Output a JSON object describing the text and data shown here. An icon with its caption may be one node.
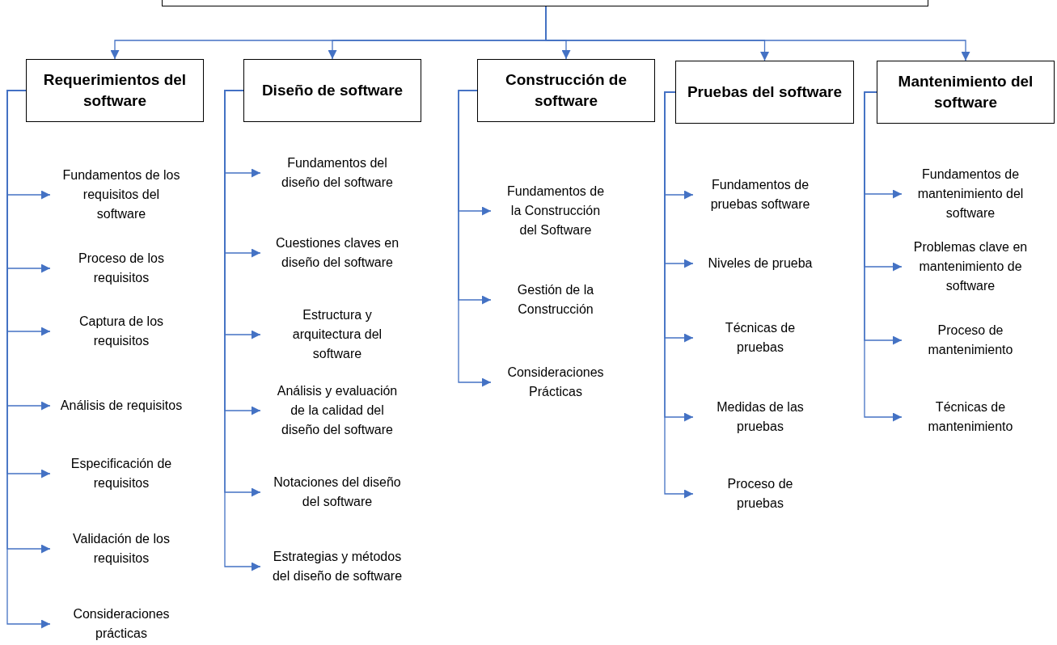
{
  "diagram": {
    "nodes": [
      {
        "text": [],
        "shape": "box"
      },
      {
        "text": [
          "Requerimientos del software"
        ]
      },
      {
        "text": [
          "Fundamentos de los requisitos del software"
        ]
      },
      {
        "text": [
          "Proceso de los requisitos"
        ]
      },
      {
        "text": [
          "Captura de los requisitos"
        ]
      },
      {
        "text": [
          "Análisis de requisitos"
        ]
      },
      {
        "text": [
          "Especificación de requisitos"
        ]
      },
      {
        "text": [
          "Validación de los requisitos"
        ]
      },
      {
        "text": [
          "Consideraciones prácticas"
        ]
      },
      {
        "text": [
          "Diseño de software"
        ]
      },
      {
        "text": [
          "Fundamentos del diseño del software"
        ]
      },
      {
        "text": [
          "Cuestiones claves en diseño del software"
        ]
      },
      {
        "text": [
          "Estructura y arquitectura del software"
        ]
      },
      {
        "text": [
          "Análisis y evaluación de la calidad del diseño del software"
        ]
      },
      {
        "text": [
          "Notaciones del diseño del software"
        ]
      },
      {
        "text": [
          "Estrategias y métodos del diseño de software"
        ]
      },
      {
        "text": [
          "Construcción de software"
        ]
      },
      {
        "text": [
          "Fundamentos de la Construcción del Software"
        ]
      },
      {
        "text": [
          "Gestión de la Construcción"
        ]
      },
      {
        "text": [
          "Consideraciones Prácticas"
        ]
      },
      {
        "text": [
          "Pruebas del software"
        ]
      },
      {
        "text": [
          "Fundamentos de pruebas software"
        ]
      },
      {
        "text": [
          "Niveles de prueba"
        ]
      },
      {
        "text": [
          "Técnicas de pruebas"
        ]
      },
      {
        "text": [
          "Medidas de las pruebas"
        ]
      },
      {
        "text": [
          "Proceso de pruebas"
        ]
      },
      {
        "text": [
          "Mantenimiento del software"
        ]
      },
      {
        "text": [
          "Fundamentos de mantenimiento del software"
        ]
      },
      {
        "text": [
          "Problemas clave en mantenimiento de software"
        ]
      },
      {
        "text": [
          "Proceso de mantenimiento"
        ]
      },
      {
        "text": [
          "Técnicas de mantenimiento"
        ]
      }
    ],
    "edges": [
      {
        "from": 0,
        "to": 1,
        "arrow": "to"
      },
      {
        "from": 0,
        "to": 9,
        "arrow": "to"
      },
      {
        "from": 0,
        "to": 16,
        "arrow": "to"
      },
      {
        "from": 0,
        "to": 20,
        "arrow": "to"
      },
      {
        "from": 0,
        "to": 26,
        "arrow": "to"
      },
      {
        "from": 1,
        "to": 2,
        "arrow": "to"
      },
      {
        "from": 1,
        "to": 3,
        "arrow": "to"
      },
      {
        "from": 1,
        "to": 4,
        "arrow": "to"
      },
      {
        "from": 1,
        "to": 5,
        "arrow": "to"
      },
      {
        "from": 1,
        "to": 6,
        "arrow": "to"
      },
      {
        "from": 1,
        "to": 7,
        "arrow": "to"
      },
      {
        "from": 1,
        "to": 8,
        "arrow": "to"
      },
      {
        "from": 9,
        "to": 10,
        "arrow": "to"
      },
      {
        "from": 9,
        "to": 11,
        "arrow": "to"
      },
      {
        "from": 9,
        "to": 12,
        "arrow": "to"
      },
      {
        "from": 9,
        "to": 13,
        "arrow": "to"
      },
      {
        "from": 9,
        "to": 14,
        "arrow": "to"
      },
      {
        "from": 9,
        "to": 15,
        "arrow": "to"
      },
      {
        "from": 16,
        "to": 17,
        "arrow": "to"
      },
      {
        "from": 16,
        "to": 18,
        "arrow": "to"
      },
      {
        "from": 16,
        "to": 19,
        "arrow": "to"
      },
      {
        "from": 20,
        "to": 21,
        "arrow": "to"
      },
      {
        "from": 20,
        "to": 22,
        "arrow": "to"
      },
      {
        "from": 20,
        "to": 23,
        "arrow": "to"
      },
      {
        "from": 20,
        "to": 24,
        "arrow": "to"
      },
      {
        "from": 20,
        "to": 25,
        "arrow": "to"
      },
      {
        "from": 26,
        "to": 27,
        "arrow": "to"
      },
      {
        "from": 26,
        "to": 28,
        "arrow": "to"
      },
      {
        "from": 26,
        "to": 29,
        "arrow": "to"
      },
      {
        "from": 26,
        "to": 30,
        "arrow": "to"
      }
    ]
  }
}
